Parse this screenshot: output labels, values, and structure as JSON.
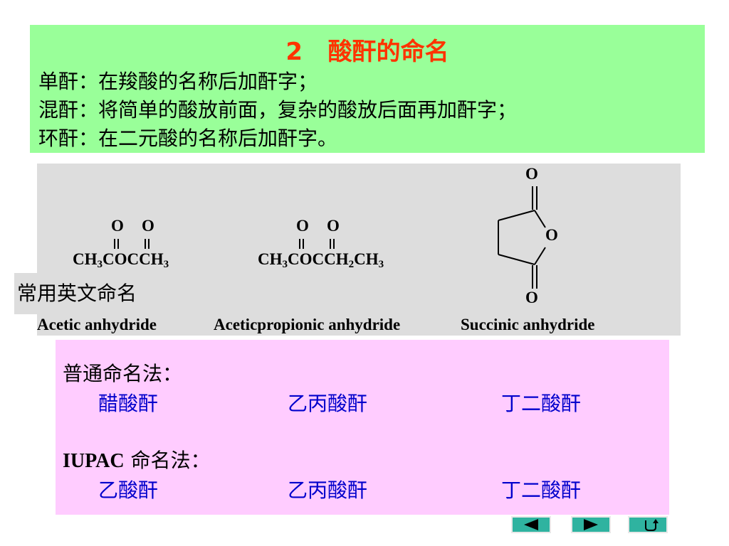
{
  "header": {
    "title": "2   酸酐的命名",
    "rules": [
      "单酐：在羧酸的名称后加酐字；",
      "混酐：将简单的酸放前面，复杂的酸放后面再加酐字；",
      "环酐：在二元酸的名称后加酐字。"
    ]
  },
  "structures": {
    "side_label": "常用英文命名",
    "oxygen": "O",
    "acetic": {
      "p1": "CH",
      "s1": "3",
      "p2": "COCCH",
      "s2": "3",
      "name": "Acetic anhydride"
    },
    "mixed": {
      "p1": "CH",
      "s1": "3",
      "p2": "COCCH",
      "s2": "2",
      "p3": "CH",
      "s3": "3",
      "name": "Aceticpropionic anhydride"
    },
    "succinic": {
      "name": "Succinic anhydride"
    }
  },
  "naming": {
    "common_label": "普通命名法：",
    "common": [
      "醋酸酐",
      "乙丙酸酐",
      "丁二酸酐"
    ],
    "iupac_prefix": "IUPAC",
    "iupac_label": " 命名法：",
    "iupac": [
      "乙酸酐",
      "乙丙酸酐",
      "丁二酸酐"
    ]
  },
  "nav": {
    "buttons": [
      "previous-icon",
      "next-icon",
      "return-icon"
    ]
  }
}
